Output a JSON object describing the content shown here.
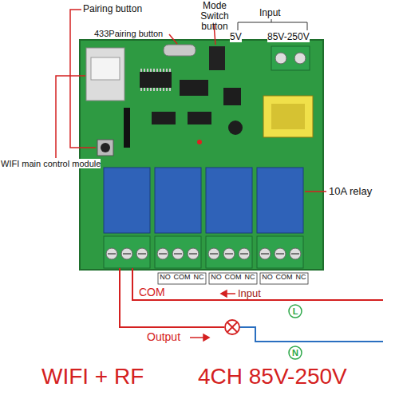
{
  "diagram": {
    "labels": [
      "Pairing button",
      "433Pairing button",
      "Mode Switch button",
      "Input",
      "5V",
      "85V-250V",
      "WIFI main control module",
      "10A relay",
      "NO",
      "COM",
      "NC",
      "NO",
      "COM",
      "NC",
      "NO",
      "COM",
      "NC",
      "COM",
      "Input",
      "L",
      "Output",
      "N",
      "WIFI + RF",
      "4CH 85V-250V"
    ]
  }
}
